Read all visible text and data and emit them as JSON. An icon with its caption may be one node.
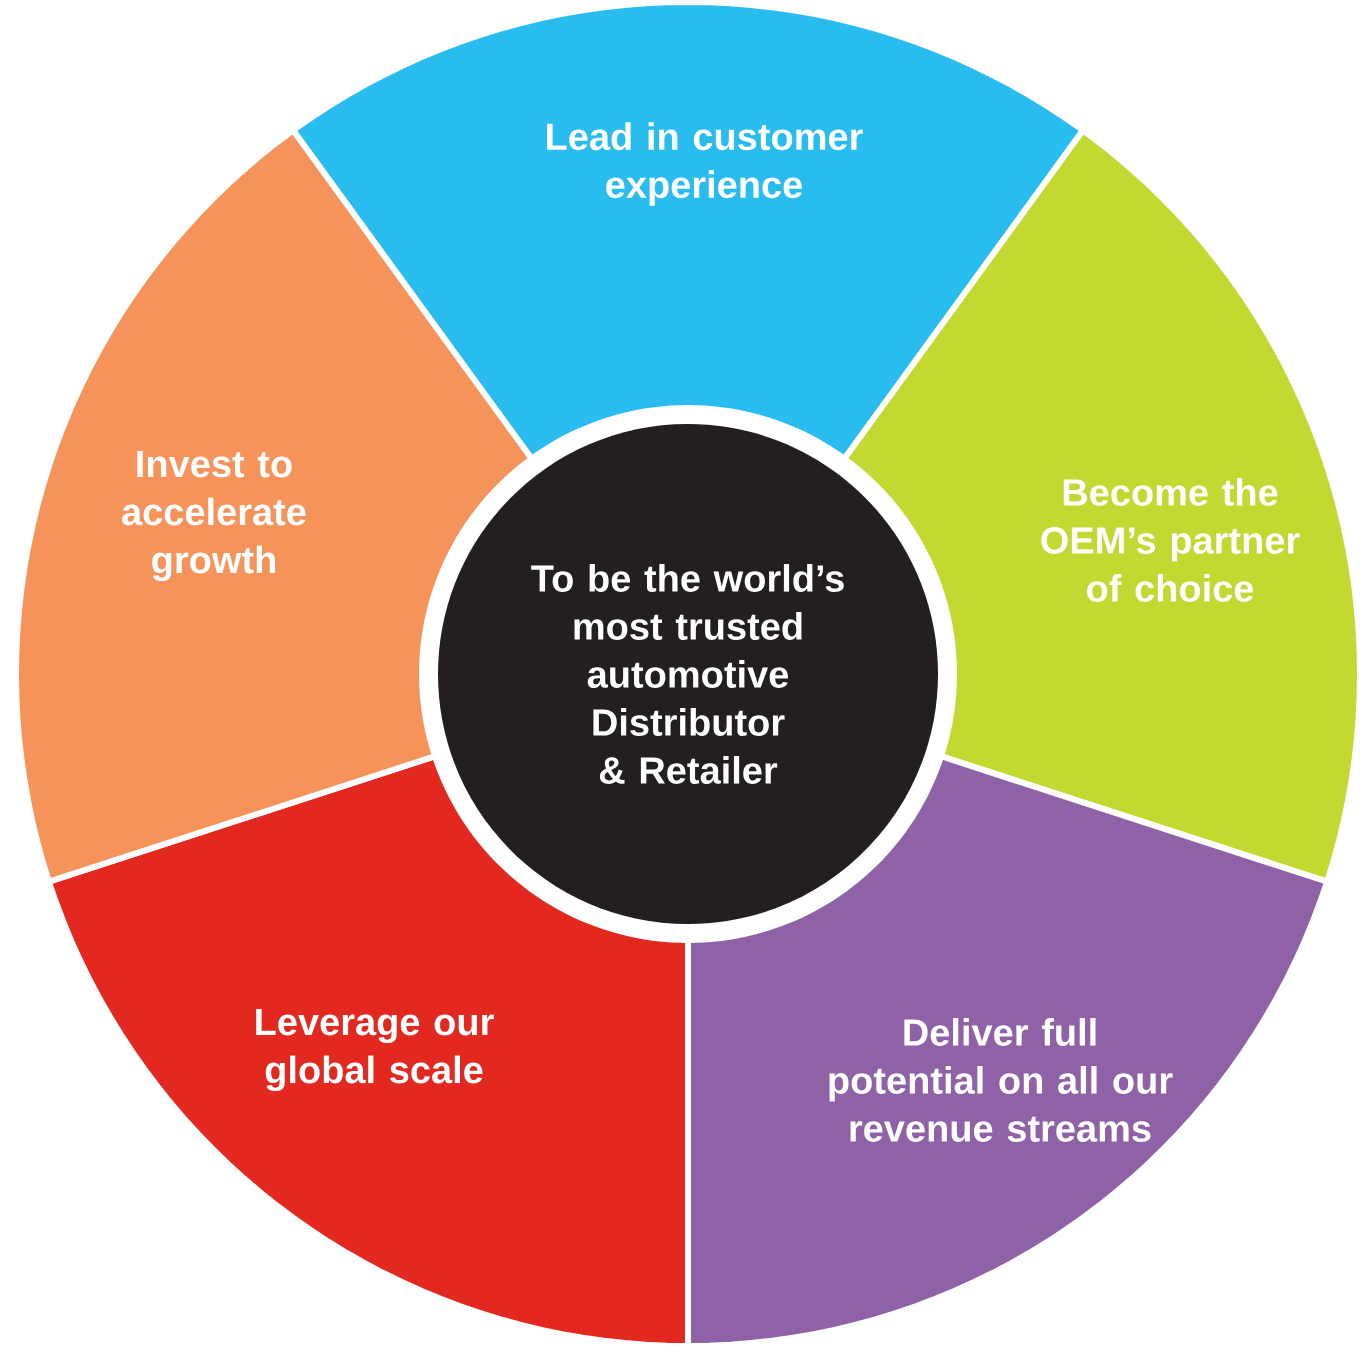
{
  "diagram": {
    "nodes": [
      {
        "text": [
          "To be the world’s most trusted automotive Distributor & Retailer"
        ]
      },
      {
        "text": [
          "Lead in customer experience"
        ]
      },
      {
        "text": [
          "Become the OEM’s partner of choice"
        ]
      },
      {
        "text": [
          "Deliver full potential on all our revenue streams"
        ]
      },
      {
        "text": [
          "Leverage our global scale"
        ]
      },
      {
        "text": [
          "Invest to accelerate growth"
        ]
      }
    ]
  }
}
